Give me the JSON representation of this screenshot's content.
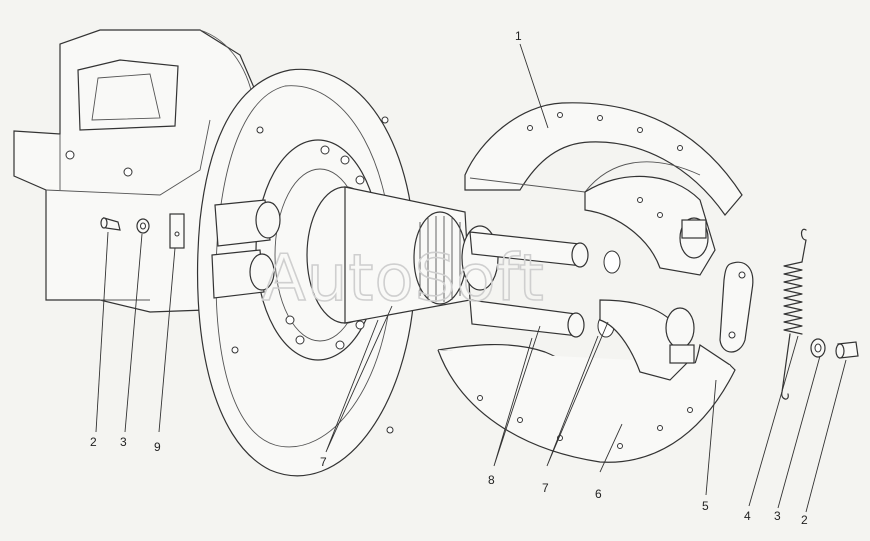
{
  "watermark": "AutoSoft",
  "callouts": [
    {
      "id": "c1",
      "text": "1"
    },
    {
      "id": "c2l",
      "text": "2"
    },
    {
      "id": "c3l",
      "text": "3"
    },
    {
      "id": "c9",
      "text": "9"
    },
    {
      "id": "c7a",
      "text": "7"
    },
    {
      "id": "c8",
      "text": "8"
    },
    {
      "id": "c7b",
      "text": "7"
    },
    {
      "id": "c6",
      "text": "6"
    },
    {
      "id": "c5",
      "text": "5"
    },
    {
      "id": "c4",
      "text": "4"
    },
    {
      "id": "c3r",
      "text": "3"
    },
    {
      "id": "c2r",
      "text": "2"
    }
  ]
}
